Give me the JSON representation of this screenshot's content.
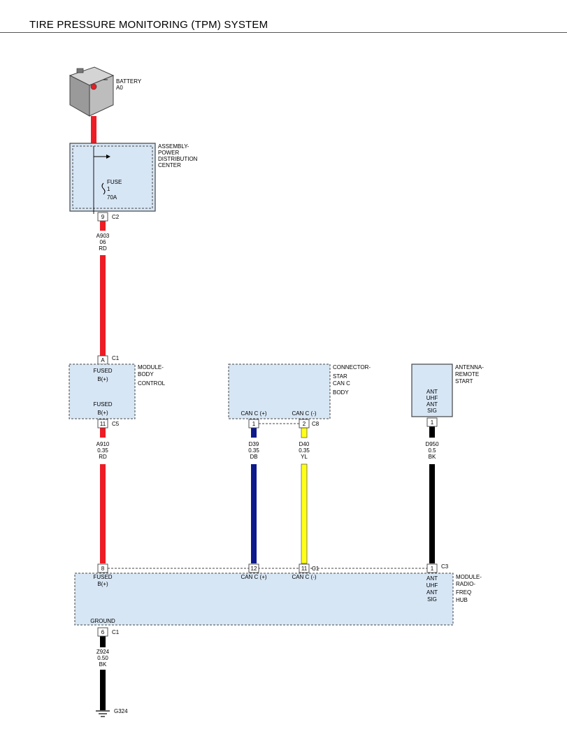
{
  "title": "TIRE PRESSURE MONITORING (TPM) SYSTEM",
  "colors": {
    "rd": "#ee1c24",
    "db": "#0c1a8c",
    "yl": "#ffff1a",
    "bk": "#000000",
    "component_fill": "#d7e6f5",
    "battery_body": "#b5b5b5"
  },
  "battery": {
    "name": "BATTERY",
    "id": "A0"
  },
  "pdc": {
    "name": [
      "ASSEMBLY-",
      "POWER",
      "DISTRIBUTION",
      "CENTER"
    ],
    "fuse_label": "FUSE",
    "fuse_number": "1",
    "fuse_rating": "70A",
    "pin": "9",
    "connector": "C2"
  },
  "wires": {
    "a903": {
      "circuit": "A903",
      "gauge": "06",
      "color": "RD"
    },
    "a910": {
      "circuit": "A910",
      "gauge": "0.35",
      "color": "RD"
    },
    "d39": {
      "circuit": "D39",
      "gauge": "0.35",
      "color": "DB"
    },
    "d40": {
      "circuit": "D40",
      "gauge": "0.35",
      "color": "YL"
    },
    "d950": {
      "circuit": "D950",
      "gauge": "0.5",
      "color": "BK"
    },
    "z924": {
      "circuit": "Z924",
      "gauge": "0.50",
      "color": "BK"
    }
  },
  "bcm": {
    "name": [
      "MODULE-",
      "BODY",
      "CONTROL"
    ],
    "in_pin": "A",
    "in_connector": "C1",
    "pin_label_top": [
      "FUSED",
      "B(+)"
    ],
    "pin_label_bottom": [
      "FUSED",
      "B(+)"
    ],
    "out_pin": "11",
    "out_connector": "C5"
  },
  "star": {
    "name": [
      "CONNECTOR-",
      "STAR",
      "CAN C",
      "BODY"
    ],
    "pin1_label": "CAN C (+)",
    "pin2_label": "CAN C (-)",
    "pin1": "1",
    "pin2": "2",
    "connector": "C8"
  },
  "antenna": {
    "name": [
      "ANTENNA-",
      "REMOTE",
      "START"
    ],
    "pin_label": [
      "ANT",
      "UHF",
      "ANT",
      "SIG"
    ],
    "pin": "1"
  },
  "rfhub": {
    "name": [
      "MODULE-",
      "RADIO-",
      "FREQ",
      "HUB"
    ],
    "pin_fused": "8",
    "label_fused": [
      "FUSED",
      "B(+)"
    ],
    "pin_canp": "12",
    "label_canp": "CAN C (+)",
    "pin_canm": "11",
    "label_canm": "CAN C (-)",
    "connector_c1": "C1",
    "pin_ant": "1",
    "connector_ant": "C3",
    "label_ant": [
      "ANT",
      "UHF",
      "ANT",
      "SIG"
    ],
    "ground_label": "GROUND",
    "ground_pin": "6",
    "ground_connector": "C1"
  },
  "ground": {
    "name": "G324"
  }
}
